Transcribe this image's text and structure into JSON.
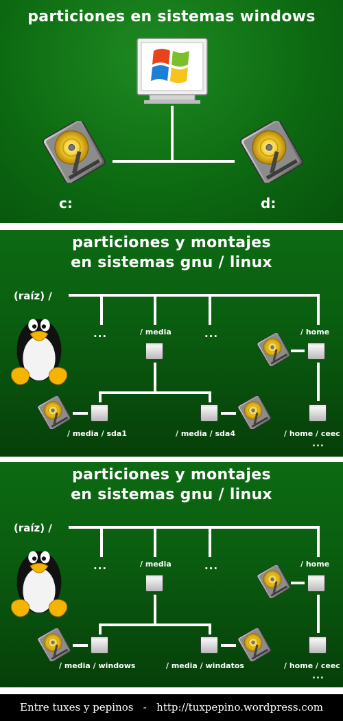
{
  "windows": {
    "title": "particiones en sistemas windows",
    "drive_c": "c:",
    "drive_d": "d:"
  },
  "linux1": {
    "title_line1": "particiones y montajes",
    "title_line2": "en sistemas gnu / linux",
    "root": "(raíz)  /",
    "dots": "...",
    "media": "/ media",
    "home": "/ home",
    "sda1": "/ media / sda1",
    "sda4": "/ media / sda4",
    "ceec": "/ home / ceec"
  },
  "linux2": {
    "title_line1": "particiones y montajes",
    "title_line2": "en sistemas gnu / linux",
    "root": "(raíz)  /",
    "dots": "...",
    "media": "/ media",
    "home": "/ home",
    "windows": "/ media / windows",
    "windatos": "/ media / windatos",
    "ceec": "/ home / ceec"
  },
  "footer": {
    "left": "Entre tuxes y pepinos",
    "separator": "-",
    "url": "http://tuxpepino.wordpress.com"
  }
}
